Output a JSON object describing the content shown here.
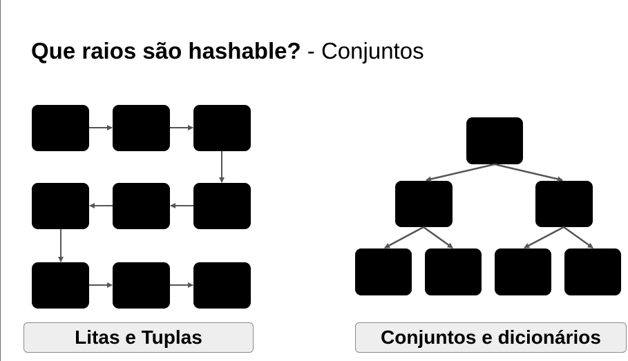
{
  "slide": {
    "title_bold": "Que raios são hashable?",
    "title_rest": " - Conjuntos"
  },
  "left_diagram": {
    "caption": "Litas e Tuplas",
    "node_count": 9
  },
  "right_diagram": {
    "caption": "Conjuntos e dicionários",
    "node_count": 7
  },
  "colors": {
    "node_fill": "#000000",
    "arrow": "#555555",
    "caption_bg": "#eeeeee",
    "caption_border": "#8a8a8a"
  }
}
